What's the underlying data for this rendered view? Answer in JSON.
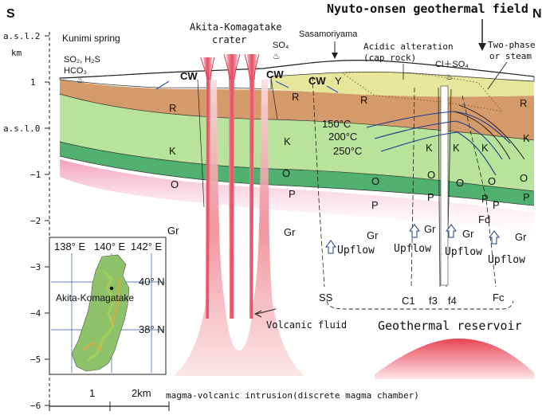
{
  "compass": {
    "south": "S",
    "north": "N"
  },
  "title": "Nyuto-onsen geothermal field",
  "axis": {
    "ticks": [
      {
        "label": "a.s.l.2",
        "value": 2
      },
      {
        "label": "km",
        "value": null
      },
      {
        "label": "1",
        "value": 1
      },
      {
        "label": "a.s.l.0",
        "value": 0
      },
      {
        "label": "−1",
        "value": -1
      },
      {
        "label": "−2",
        "value": -2
      },
      {
        "label": "−3",
        "value": -3
      },
      {
        "label": "−4",
        "value": -4
      },
      {
        "label": "−5",
        "value": -5
      },
      {
        "label": "−6",
        "value": -6
      }
    ]
  },
  "surface_labels": {
    "kunimi": "Kunimi spring",
    "kunimi_gas_1": "SO₂, H₂S",
    "kunimi_gas_2": "HCO₃",
    "crater_1": "Akita-Komagatake",
    "crater_2": "crater",
    "so4": "SO₄",
    "sasamoriyama": "Sasamoriyama",
    "acidic_1": "Acidic alteration",
    "acidic_2": "(cap rock)",
    "cl_so4": "Cl＋SO₄",
    "twophase_1": "Two-phase",
    "twophase_2": "or steam"
  },
  "units": {
    "cw": "CW",
    "y": "Y",
    "r": "R",
    "k": "K",
    "o": "O",
    "p": "P",
    "gr": "Gr",
    "fd": "Fd"
  },
  "isotherms": [
    "150°C",
    "200°C",
    "250°C"
  ],
  "flows": {
    "upflow": "Upflow",
    "volcanic_fluid": "Volcanic fluid",
    "reservoir": "Geothermal reservoir"
  },
  "faults": [
    "SS",
    "C1",
    "f3",
    "f4",
    "Fc"
  ],
  "magma": "magma-volcanic intrusion(discrete magma chamber)",
  "inset": {
    "lon_labels": [
      "138° E",
      "140° E",
      "142° E"
    ],
    "lat_labels": [
      "40° N",
      "38° N"
    ],
    "place": "Akita-Komagatake"
  },
  "scale": {
    "start": "1",
    "end": "2km"
  },
  "colors": {
    "cw": "#ffffff",
    "y": "#e6e79a",
    "r": "#d49a6a",
    "k": "#b9e29a",
    "o": "#4fb070",
    "p": "#b58e72",
    "pink": "#f4b2c6",
    "magma": "#ea5060"
  }
}
